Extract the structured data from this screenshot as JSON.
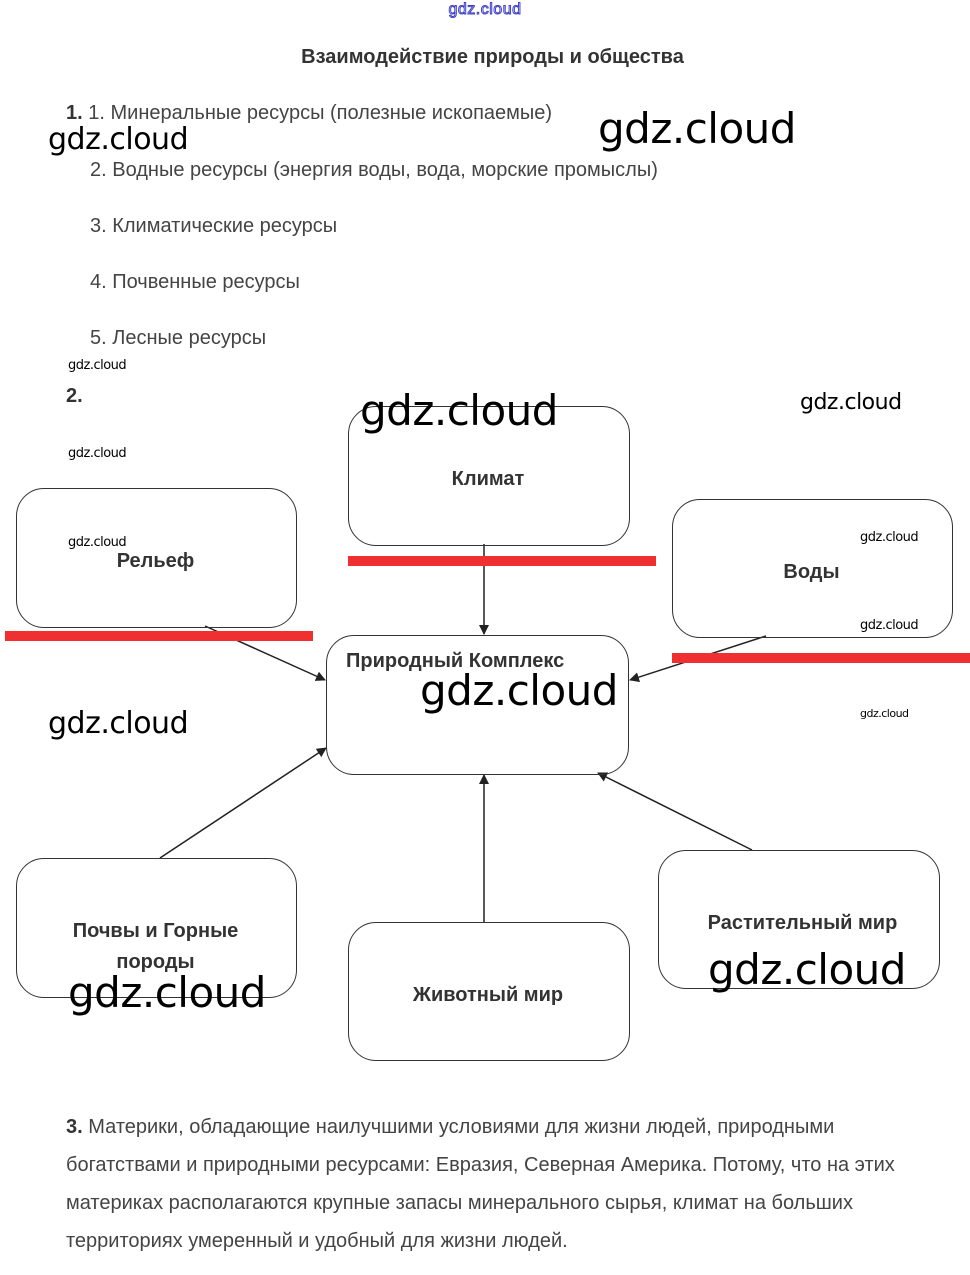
{
  "header": {
    "site_link": "gdz.cloud",
    "title": "Взаимодействие природы и общества"
  },
  "question1": {
    "number": "1.",
    "items": [
      "1. Минеральные ресурсы (полезные ископаемые)",
      "2. Водные ресурсы (энергия воды, вода, морские промыслы)",
      "3. Климатические ресурсы",
      "4. Почвенные ресурсы",
      "5. Лесные ресурсы"
    ]
  },
  "question2": {
    "number": "2.",
    "diagram": {
      "center": "Природный Комплекс",
      "nodes": {
        "relief": "Рельеф",
        "climate": "Климат",
        "waters": "Воды",
        "soils_line1": "Почвы и Горные",
        "soils_line2": "породы",
        "fauna": "Животный мир",
        "flora": "Растительный мир"
      },
      "highlight_color": "#f03030"
    }
  },
  "question3": {
    "number": "3.",
    "text": "Материки, обладающие наилучшими условиями для жизни людей, природными богатствами и природными ресурсами: Евразия, Северная Америка. Потому, что на этих материках располагаются крупные запасы минерального сырья, климат на больших территориях умеренный и удобный для жизни людей."
  },
  "watermarks": {
    "text": "gdz.cloud"
  }
}
